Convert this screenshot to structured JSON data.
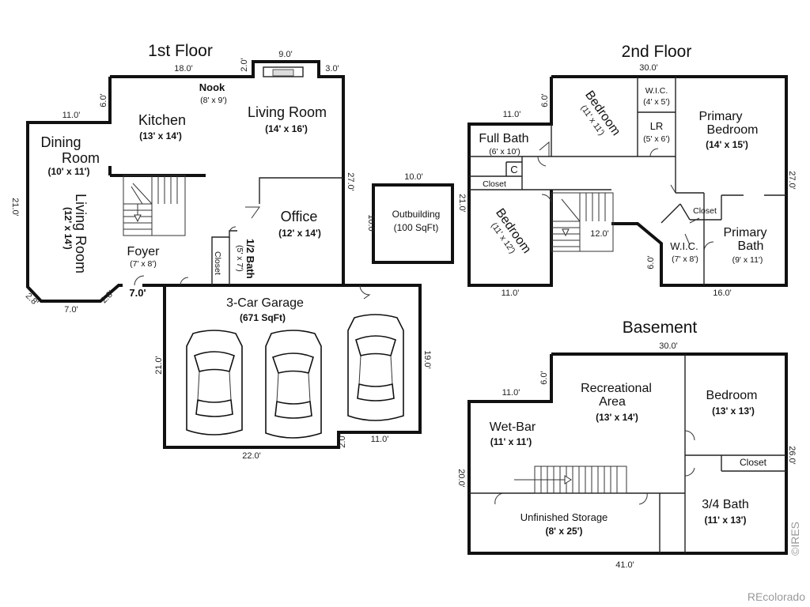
{
  "floors": {
    "first": {
      "title": "1st Floor",
      "rooms": {
        "dining": {
          "name_line1": "Dining",
          "name_line2": "Room",
          "size": "(10' x 11')"
        },
        "kitchen": {
          "name": "Kitchen",
          "size": "(13' x 14')"
        },
        "nook": {
          "name": "Nook",
          "size": "(8' x 9')"
        },
        "living_room": {
          "name": "Living Room",
          "size": "(14' x 16')"
        },
        "living_room_2": {
          "name_line1": "Living",
          "name_line2": "Room",
          "size": "(12' x 14')"
        },
        "office": {
          "name": "Office",
          "size": "(12' x 14')"
        },
        "foyer": {
          "name": "Foyer",
          "size": "(7' x 8')"
        },
        "half_bath": {
          "name": "1/2 Bath",
          "size": "(5' x 7')"
        },
        "closet": {
          "name": "Closet"
        },
        "garage": {
          "name": "3-Car Garage",
          "size": "(671 SqFt)"
        }
      },
      "dims": {
        "top_18": "18.0'",
        "top_2": "2.0'",
        "top_9": "9.0'",
        "top_3": "3.0'",
        "left_6": "6.0'",
        "left_11": "11.0'",
        "left_21": "21.0'",
        "bottom_28a": "2.8'",
        "bottom_7": "7.0'",
        "bottom_28b": "2.8'",
        "foyer_7": "7.0'",
        "right_27": "27.0'",
        "garage_21": "21.0'",
        "garage_19": "19.0'",
        "garage_22": "22.0'",
        "garage_2": "2.0'",
        "garage_11": "11.0'"
      }
    },
    "outbuilding": {
      "name": "Outbuilding",
      "size": "(100 SqFt)",
      "dim_top": "10.0'",
      "dim_left": "10.0'"
    },
    "second": {
      "title": "2nd Floor",
      "rooms": {
        "full_bath": {
          "name": "Full Bath",
          "size": "(6' x 10')"
        },
        "c": {
          "name": "C"
        },
        "closet": {
          "name": "Closet"
        },
        "bedroom1": {
          "name": "Bedroom",
          "size": "(11' x 11')"
        },
        "bedroom2": {
          "name": "Bedroom",
          "size": "(11' x 12')"
        },
        "wic1": {
          "name": "W.I.C.",
          "size": "(4' x 5')"
        },
        "lr": {
          "name": "LR",
          "size": "(5' x 6')"
        },
        "primary_bedroom": {
          "name_line1": "Primary",
          "name_line2": "Bedroom",
          "size": "(14' x 15')"
        },
        "closet2": {
          "name": "Closet"
        },
        "wic2": {
          "name": "W.I.C.",
          "size": "(7' x 8')"
        },
        "primary_bath": {
          "name_line1": "Primary",
          "name_line2": "Bath",
          "size": "(9' x 11')"
        }
      },
      "dims": {
        "top_30": "30.0'",
        "left_6": "6.0'",
        "left_11": "11.0'",
        "left_21": "21.0'",
        "right_27": "27.0'",
        "stair_12": "12.0'",
        "bottom_11": "11.0'",
        "bottom_16": "16.0'",
        "bath_6": "6.0'"
      }
    },
    "basement": {
      "title": "Basement",
      "rooms": {
        "recreational": {
          "name_line1": "Recreational",
          "name_line2": "Area",
          "size": "(13' x 14')"
        },
        "bedroom": {
          "name": "Bedroom",
          "size": "(13' x 13')"
        },
        "wet_bar": {
          "name": "Wet-Bar",
          "size": "(11' x 11')"
        },
        "closet": {
          "name": "Closet"
        },
        "storage": {
          "name": "Unfinished Storage",
          "size": "(8' x 25')"
        },
        "bath": {
          "name": "3/4 Bath",
          "size": "(11' x 13')"
        }
      },
      "dims": {
        "top_30": "30.0'",
        "left_6": "6.0'",
        "left_11": "11.0'",
        "left_20": "20.0'",
        "right_26": "26.0'",
        "bottom_41": "41.0'"
      }
    }
  },
  "watermarks": {
    "ires": "©IRES",
    "recolorado": "REcolorado"
  }
}
